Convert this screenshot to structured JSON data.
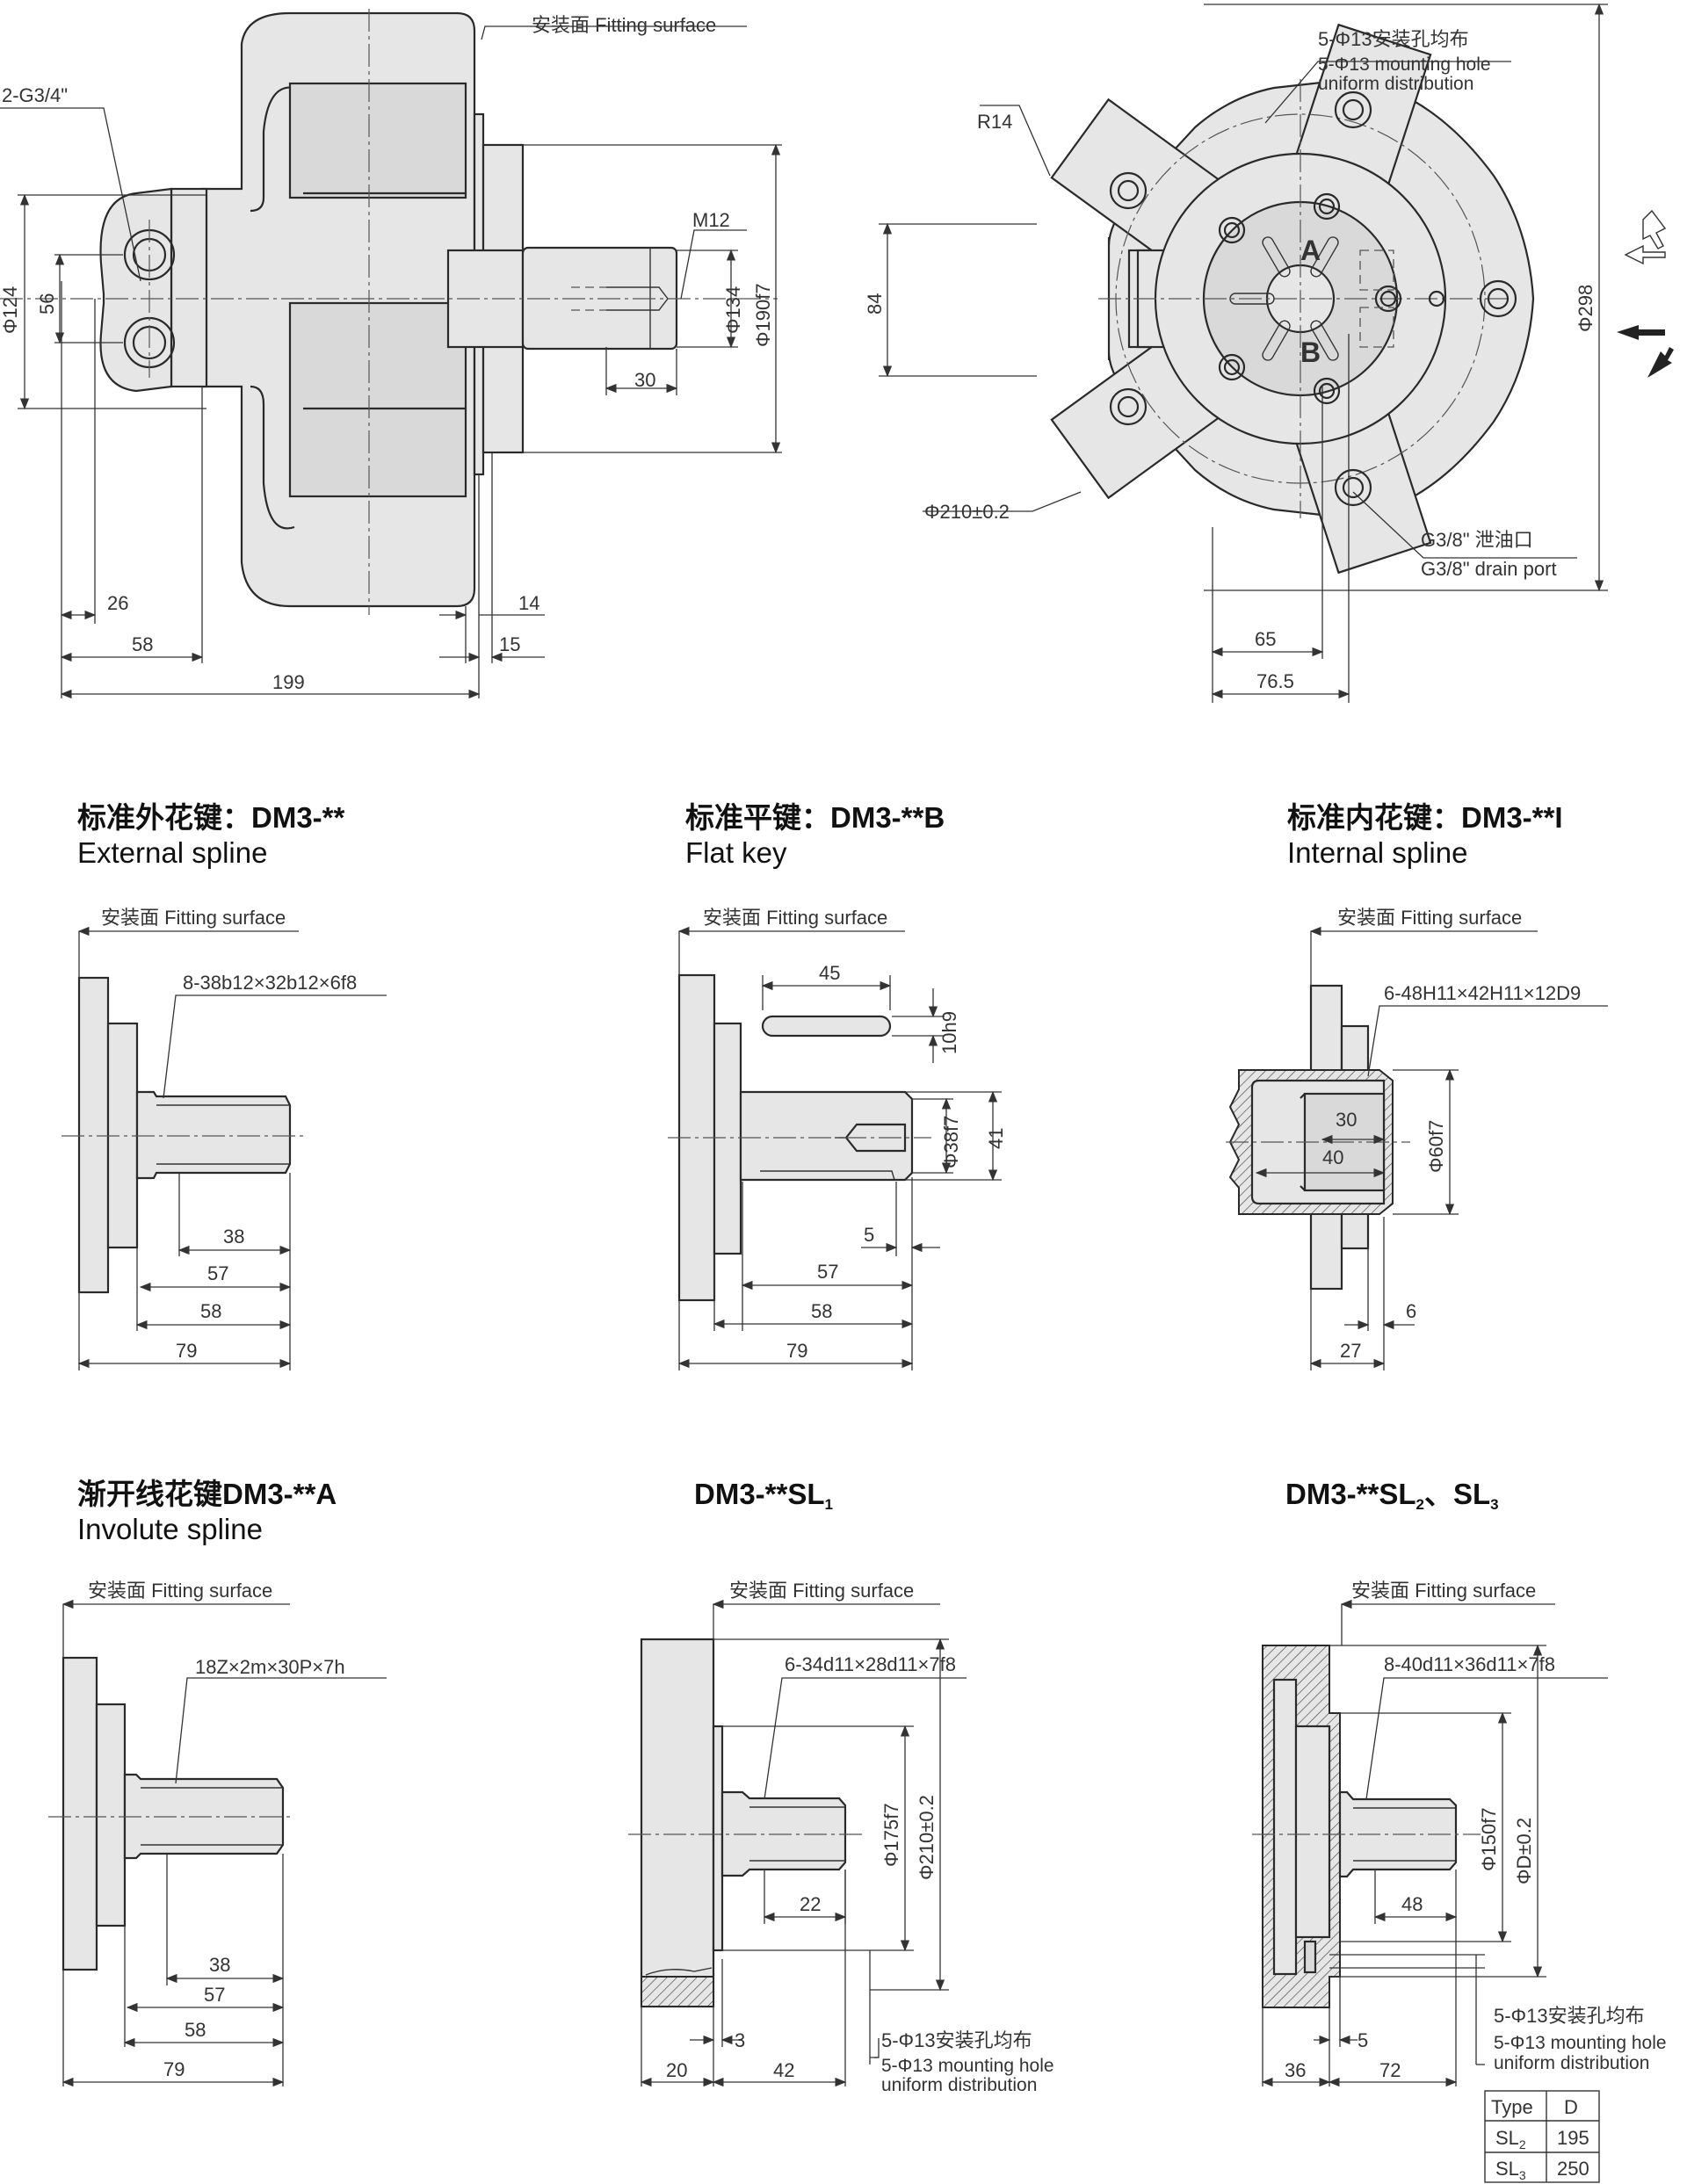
{
  "main_view": {
    "fitting_surface": "安装面 Fitting surface",
    "port_label": "2-G3/4\"",
    "thread_label": "M12",
    "dims": {
      "d124": "Φ124",
      "d56": "56",
      "d134": "Φ134",
      "d190": "Φ190f7",
      "d30": "30",
      "d26": "26",
      "d58": "58",
      "d199": "199",
      "d14": "14",
      "d15": "15"
    }
  },
  "side_view": {
    "mount_cn": "5-Φ13安装孔均布",
    "mount_en1": "5-Φ13 mounting hole",
    "mount_en2": "uniform distribution",
    "r14": "R14",
    "d84": "84",
    "d298": "Φ298",
    "pcd": "Φ210±0.2",
    "drain_cn": "G3/8\" 泄油口",
    "drain_en": "G3/8\" drain port",
    "d65": "65",
    "d765": "76.5",
    "port_a": "A",
    "port_b": "B"
  },
  "variants": [
    {
      "title_cn": "标准外花键：DM3-**",
      "title_en": "External spline",
      "fitting": "安装面 Fitting surface",
      "spec": "8-38b12×32b12×6f8",
      "dims": [
        "38",
        "57",
        "58",
        "79"
      ]
    },
    {
      "title_cn": "标准平键：DM3-**B",
      "title_en": "Flat key",
      "fitting": "安装面 Fitting surface",
      "key_len": "45",
      "key_w": "10h9",
      "shaft_d": "Φ38f7",
      "key_h": "41",
      "dims": [
        "5",
        "57",
        "58",
        "79"
      ]
    },
    {
      "title_cn": "标准内花键：DM3-**I",
      "title_en": "Internal spline",
      "fitting": "安装面 Fitting surface",
      "spec": "6-48H11×42H11×12D9",
      "d30": "30",
      "d40": "40",
      "bore": "Φ60f7",
      "dims": [
        "6",
        "27"
      ]
    },
    {
      "title_cn": "渐开线花键DM3-**A",
      "title_en": "Involute spline",
      "fitting": "安装面 Fitting surface",
      "spec": "18Z×2m×30P×7h",
      "dims": [
        "38",
        "57",
        "58",
        "79"
      ]
    },
    {
      "title_main": "DM3-**SL",
      "title_sub": "1",
      "fitting": "安装面 Fitting surface",
      "spec": "6-34d11×28d11×7f8",
      "d175": "Φ175f7",
      "d210": "Φ210±0.2",
      "d22": "22",
      "d3": "3",
      "d20": "20",
      "d42": "42",
      "mount_cn": "5-Φ13安装孔均布",
      "mount_en1": "5-Φ13 mounting hole",
      "mount_en2": "uniform distribution"
    },
    {
      "title_main": "DM3-**SL",
      "title_sub1": "2",
      "title_mid": "、SL",
      "title_sub2": "3",
      "fitting": "安装面 Fitting surface",
      "spec": "8-40d11×36d11×7f8",
      "d150": "Φ150f7",
      "dD": "ΦD±0.2",
      "d48": "48",
      "d5": "5",
      "d36": "36",
      "d72": "72",
      "mount_cn": "5-Φ13安装孔均布",
      "mount_en1": "5-Φ13 mounting hole",
      "mount_en2": "uniform distribution"
    }
  ],
  "type_table": {
    "header": [
      "Type",
      "D"
    ],
    "rows": [
      {
        "type": "SL",
        "sub": "2",
        "d": "195"
      },
      {
        "type": "SL",
        "sub": "3",
        "d": "250"
      }
    ]
  }
}
